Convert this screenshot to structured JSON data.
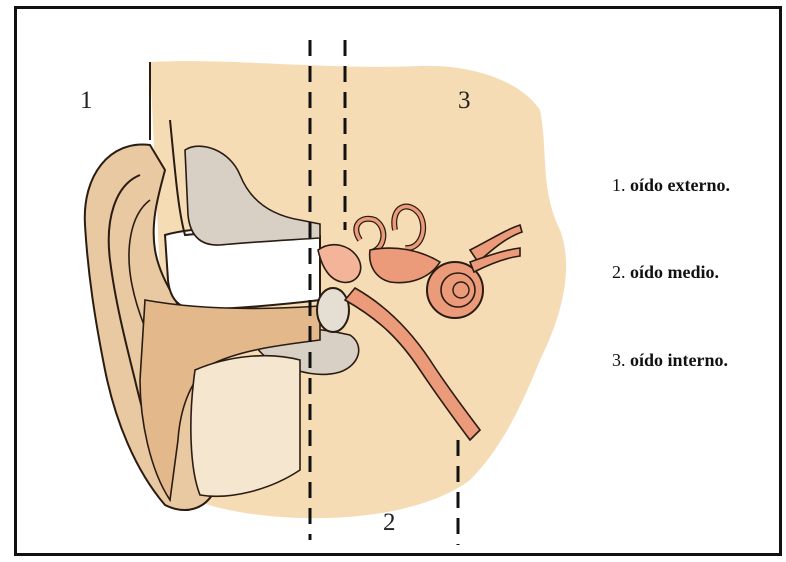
{
  "labels": {
    "region_1": "1",
    "region_2": "2",
    "region_3": "3"
  },
  "legend": [
    {
      "number": "1.",
      "text": "oído externo."
    },
    {
      "number": "2.",
      "text": "oído medio."
    },
    {
      "number": "3.",
      "text": "oído interno."
    }
  ],
  "colors": {
    "skin": "#e8c9a2",
    "skin_dark": "#d9ae82",
    "bone": "#f5dcb5",
    "tissue": "#f2a98a",
    "inner_ear": "#eb9a7a",
    "outline": "#2a1c12",
    "frame": "#111111"
  }
}
